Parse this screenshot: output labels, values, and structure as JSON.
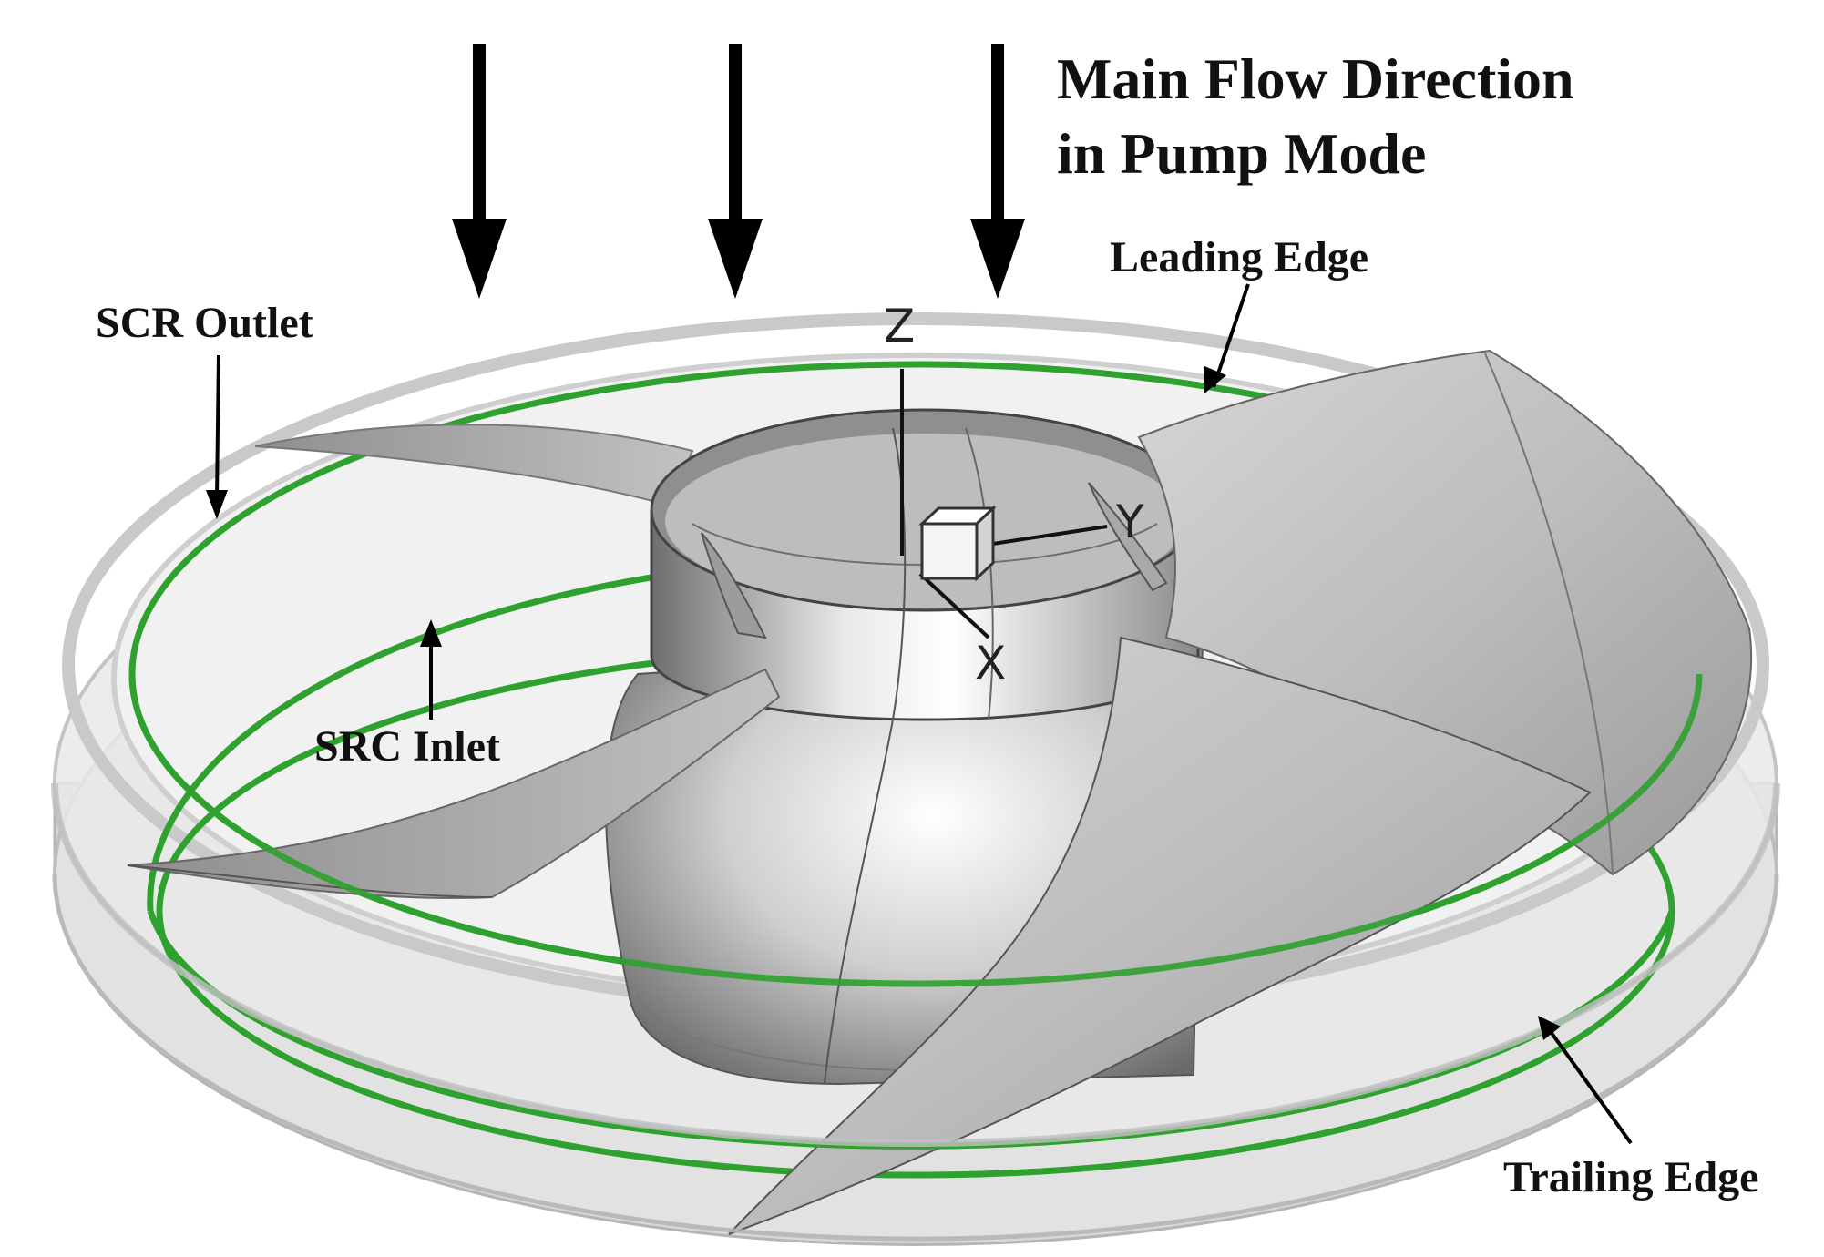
{
  "flow_direction": {
    "line1": "Main Flow Direction",
    "line2": "in Pump Mode",
    "arrow_icon": "down-arrow-icon"
  },
  "labels": {
    "scr_outlet": "SCR Outlet",
    "src_inlet": "SRC Inlet",
    "leading_edge": "Leading Edge",
    "trailing_edge": "Trailing Edge"
  },
  "axes": {
    "z": "Z",
    "y": "Y",
    "x": "X"
  },
  "colors": {
    "interface_ring": "#2fa12f",
    "blade": "#b4b4b4",
    "casing": "#d9d9d9",
    "label": "#111111"
  }
}
